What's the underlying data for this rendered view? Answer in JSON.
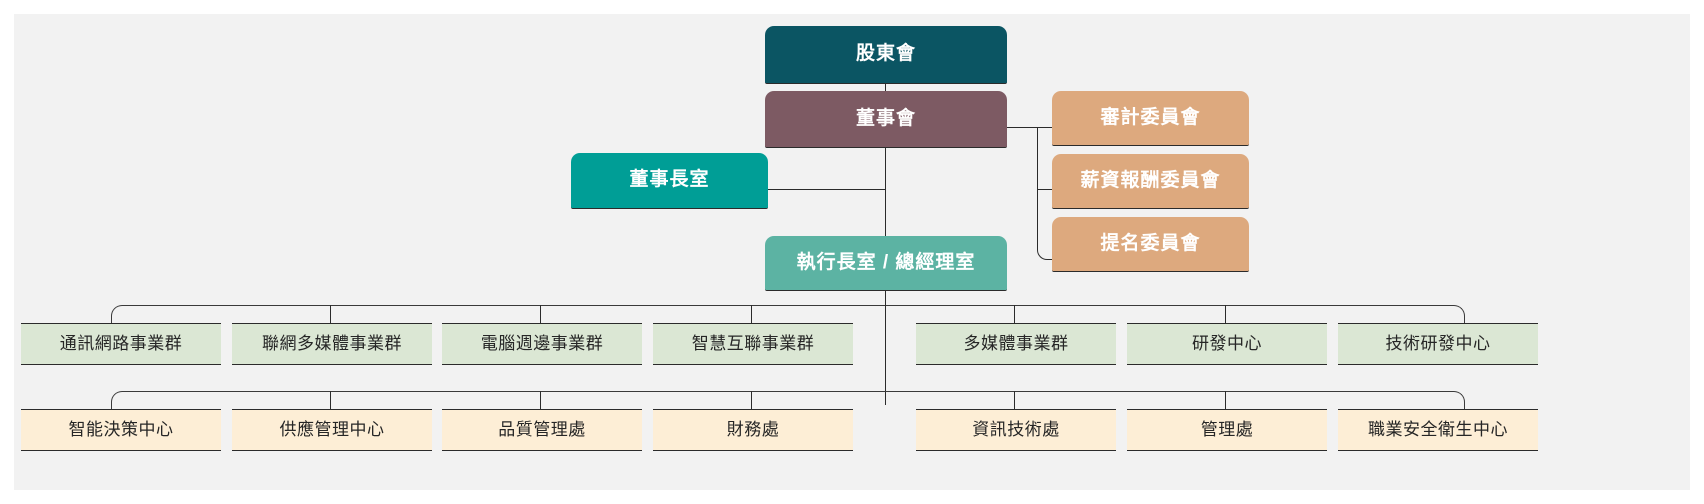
{
  "chart": {
    "title": "",
    "type": "org-chart",
    "background": "#f2f2f2",
    "page_background": "#ffffff"
  },
  "colors": {
    "shareholders": "#0b5563",
    "board": "#7d5a63",
    "committee": "#dda97e",
    "chairman_office": "#009e96",
    "ceo_office": "#5cb3a3",
    "business_group_fill": "#dbe7d4",
    "department_fill": "#fdeed6",
    "line": "#2b2b2b",
    "text_light": "#ffffff",
    "text_dark": "#262626"
  },
  "top": {
    "shareholders_meeting": "股東會",
    "board_of_directors": "董事會",
    "chairman_office": "董事長室",
    "ceo_office": "執行長室 / 總經理室"
  },
  "committees": [
    {
      "label": "審計委員會"
    },
    {
      "label": "薪資報酬委員會"
    },
    {
      "label": "提名委員會"
    }
  ],
  "business_groups": [
    {
      "label": "通訊網路事業群"
    },
    {
      "label": "聯網多媒體事業群"
    },
    {
      "label": "電腦週邊事業群"
    },
    {
      "label": "智慧互聯事業群"
    },
    {
      "label": "多媒體事業群"
    },
    {
      "label": "研發中心"
    },
    {
      "label": "技術研發中心"
    }
  ],
  "departments": [
    {
      "label": "智能決策中心"
    },
    {
      "label": "供應管理中心"
    },
    {
      "label": "品質管理處"
    },
    {
      "label": "財務處"
    },
    {
      "label": "資訊技術處"
    },
    {
      "label": "管理處"
    },
    {
      "label": "職業安全衛生中心"
    }
  ]
}
